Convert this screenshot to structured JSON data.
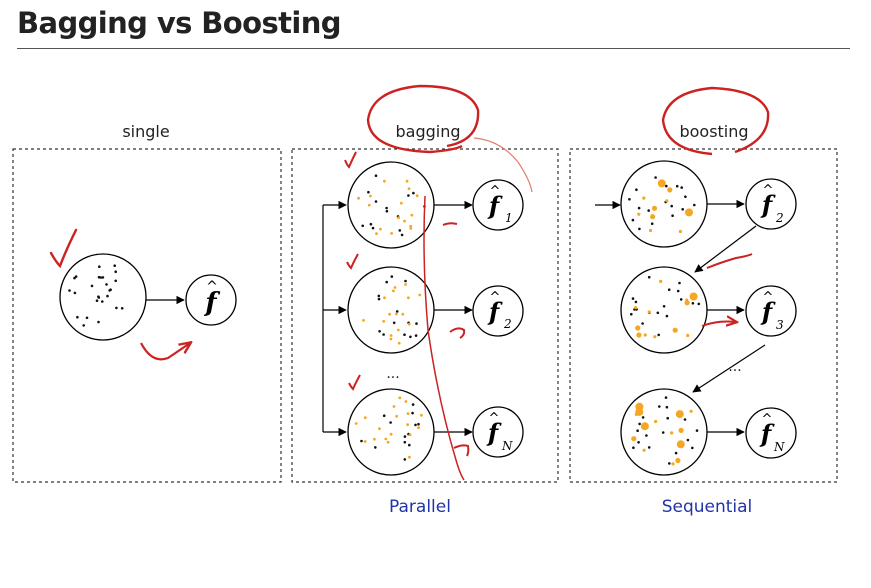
{
  "title": "Bagging vs Boosting",
  "panels": {
    "single": {
      "label": "single",
      "model": "f"
    },
    "bagging": {
      "label": "bagging",
      "caption": "Parallel",
      "models": [
        {
          "name": "f",
          "subscript": "1"
        },
        {
          "name": "f",
          "subscript": "2"
        },
        {
          "name": "f",
          "subscript": "N"
        }
      ],
      "ellipsis": "..."
    },
    "boosting": {
      "label": "boosting",
      "caption": "Sequential",
      "models": [
        {
          "name": "f",
          "subscript": "2"
        },
        {
          "name": "f",
          "subscript": "3"
        },
        {
          "name": "f",
          "subscript": "N"
        }
      ],
      "ellipsis": "..."
    }
  },
  "colors": {
    "sample_dot": "#111111",
    "weighted_dot": "#f5a623",
    "annotation": "#cc2222",
    "caption": "#2233aa"
  }
}
